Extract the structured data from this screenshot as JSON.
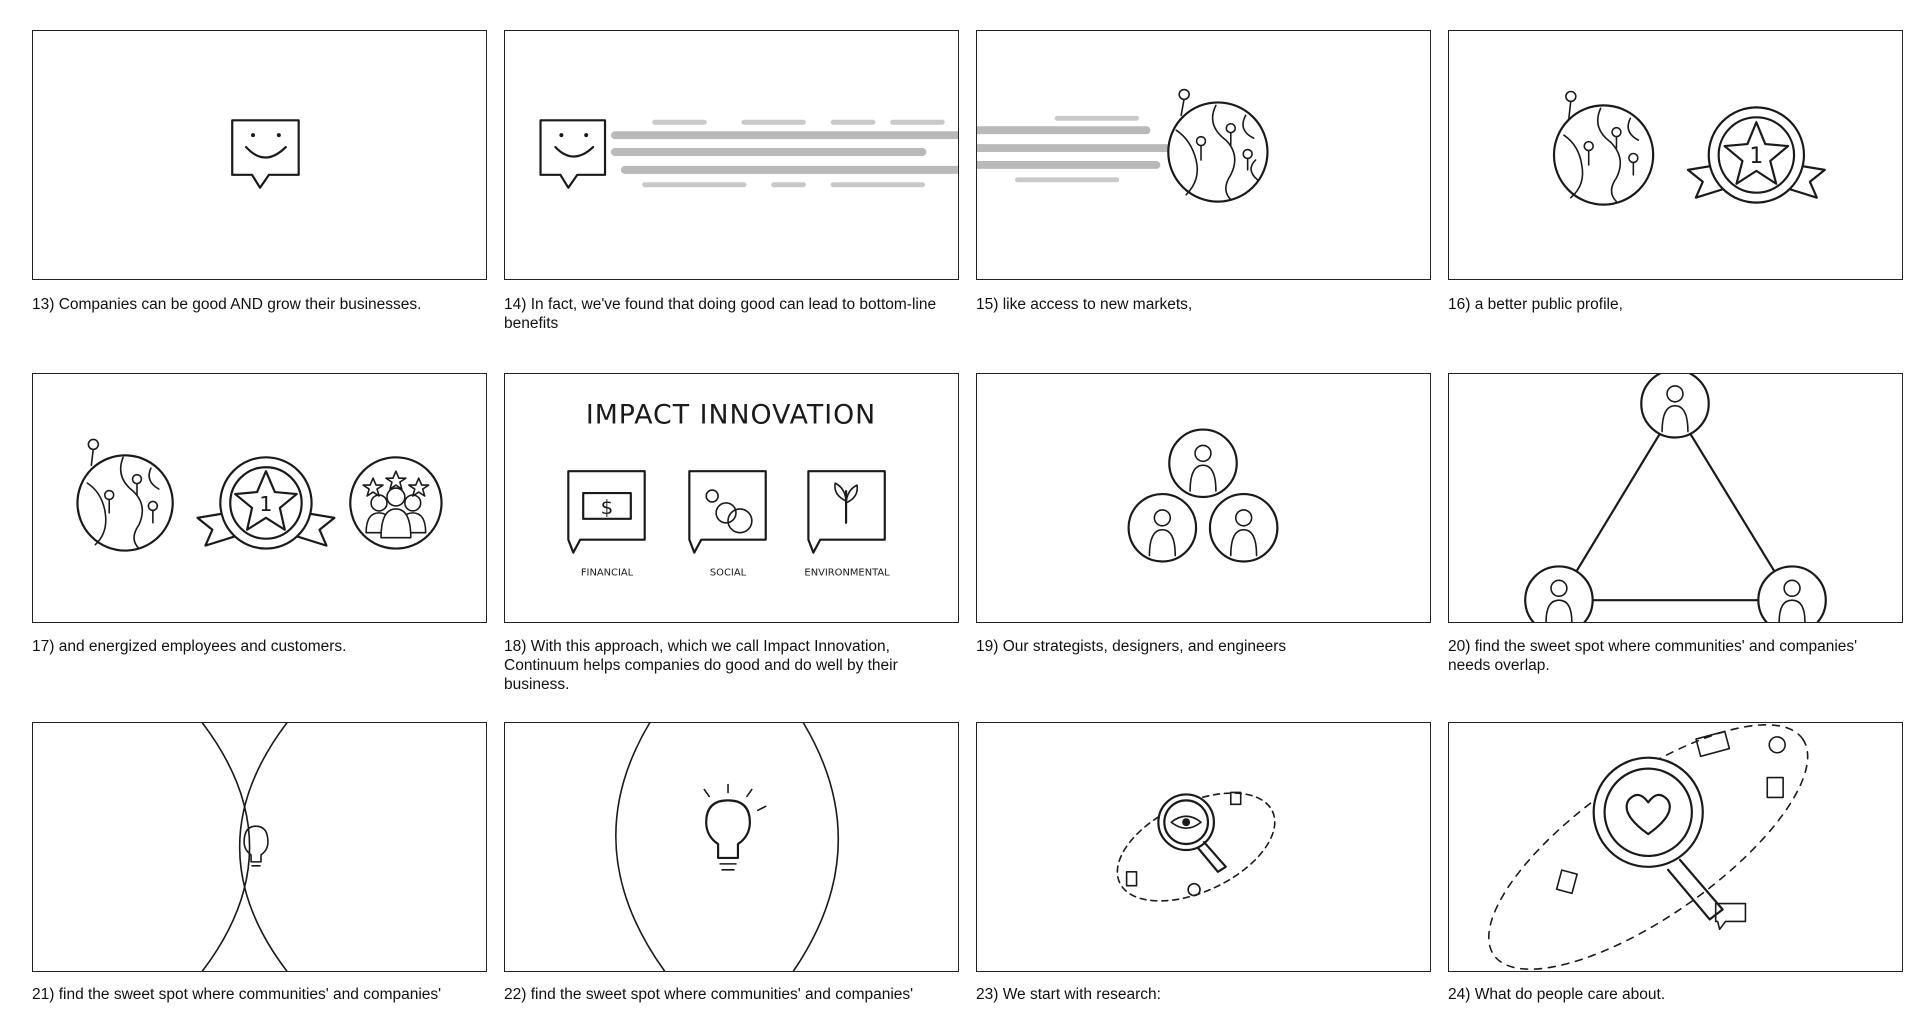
{
  "storyboard": {
    "panels": [
      {
        "id": 13,
        "caption": "13) Companies can be good AND grow their businesses."
      },
      {
        "id": 14,
        "caption": "14) In fact, we've found that doing good can lead to bottom-line benefits"
      },
      {
        "id": 15,
        "caption": "15) like access to new markets,"
      },
      {
        "id": 16,
        "caption": "16) a better public profile,"
      },
      {
        "id": 17,
        "caption": "17) and energized employees and customers."
      },
      {
        "id": 18,
        "caption": "18) With this approach, which we call Impact Innovation, Continuum helps companies do good and do well by their business."
      },
      {
        "id": 19,
        "caption": "19) Our strategists, designers, and engineers"
      },
      {
        "id": 20,
        "caption": "20) find the sweet spot where communities' and companies' needs overlap."
      },
      {
        "id": 21,
        "caption": "21) find the sweet spot where communities' and companies'"
      },
      {
        "id": 22,
        "caption": "22) find the sweet spot where communities' and companies'"
      },
      {
        "id": 23,
        "caption": "23) We start with research:"
      },
      {
        "id": 24,
        "caption": "24) What do people care about."
      }
    ],
    "impact_innovation": {
      "title": "IMPACT INNOVATION",
      "labels": [
        "FINANCIAL",
        "SOCIAL",
        "ENVIRONMENTAL"
      ],
      "dollar_sign": "$"
    },
    "badge_number": "1"
  }
}
